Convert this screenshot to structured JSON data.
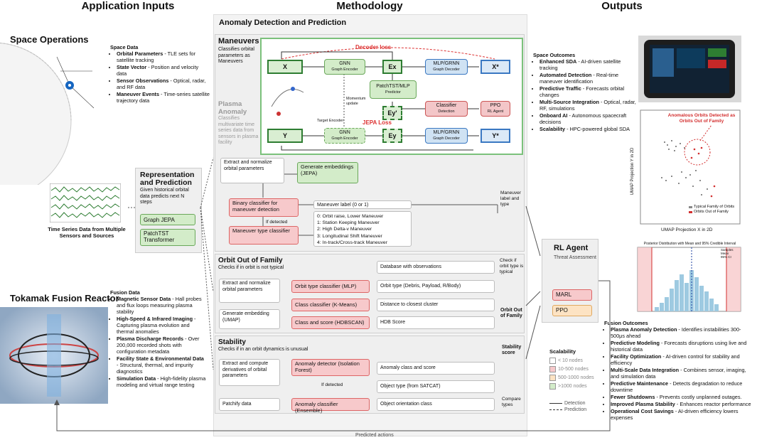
{
  "headers": {
    "inputs": "Application Inputs",
    "methodology": "Methodology",
    "outputs": "Outputs"
  },
  "space_ops": {
    "title": "Space Operations",
    "data_title": "Space Data",
    "items": [
      {
        "b": "Orbital Parameters",
        "t": " - TLE sets for satellite tracking"
      },
      {
        "b": "State Vector",
        "t": " - Position and velocity data"
      },
      {
        "b": "Sensor Observations",
        "t": " - Optical, radar, and RF data"
      },
      {
        "b": "Maneuver Events",
        "t": " - Time-series satellite trajectory data"
      }
    ]
  },
  "timeseries_caption": "Time Series Data from Multiple Sensors and Sources",
  "representation": {
    "title": "Representation and Prediction",
    "desc": "Given historical orbital data predicts next N steps",
    "btn1": "Graph JEPA",
    "btn2": "PatchTST Transformer"
  },
  "tokamak": {
    "title": "Tokamak Fusion Reactor",
    "data_title": "Fusion Data",
    "items": [
      {
        "b": "Magnetic Sensor Data",
        "t": " - Hall probes and flux loops measuring plasma stability"
      },
      {
        "b": "High-Speed & Infrared Imaging",
        "t": " - Capturing plasma evolution and thermal anomalies"
      },
      {
        "b": "Plasma Discharge Records",
        "t": " - Over 200,000 recorded shots with configuration metadata"
      },
      {
        "b": "Facility State & Environmental Data",
        "t": " - Structural, thermal, and impurity diagnostics"
      },
      {
        "b": "Simulation Data",
        "t": " - High-fidelity plasma modeling and virtual range testing"
      }
    ]
  },
  "anomaly": {
    "title": "Anomaly Detection and Prediction"
  },
  "maneuvers": {
    "title": "Maneuvers",
    "desc": "Classifies orbital parameters as Maneuvers"
  },
  "plasma": {
    "title": "Plasma Anomaly",
    "desc": "Classifies multivariate time series data from sensors in plasma facility"
  },
  "jepa": {
    "decoder_loss": "Decoder loss",
    "jepa_loss": "JEPA Loss",
    "x": "X",
    "y": "Y",
    "ex": "Ex",
    "ey_pred": "Ey'",
    "ey": "Ey",
    "xstar": "X*",
    "ystar": "Y*",
    "gnn1": "GNN",
    "gnn1s": "Graph Encoder",
    "gnn2": "GNN",
    "gnn2s": "Graph Encoder",
    "mlp1": "MLP/GRNN",
    "mlp1s": "Graph Decoder",
    "mlp2": "MLP/GRNN",
    "mlp2s": "Graph Decoder",
    "patch": "PatchTST/MLP",
    "patchs": "Predictor",
    "clf": "Classifier",
    "clfs": "Detection",
    "ppo": "PPO",
    "ppos": "RL Agent",
    "momentum": "Momentum update",
    "target_enc": "Target Encoder"
  },
  "flow": {
    "extract": "Extract and normalize orbital parameters",
    "gen_emb": "Generate embeddings (JEPA)",
    "binary": "Binary classifier for maneuver detection",
    "if_detected": "If detected",
    "maneuver_type": "Maneuver type classifier",
    "label_title": "Maneuver label (0 or 1)",
    "labels": [
      "0: Orbit raise, Lower Maneuver",
      "1: Station Keeping Maneuver",
      "2: High Delta-v Maneuver",
      "3: Longitudinal Shift Maneuver",
      "4: In-track/Cross-track Maneuver"
    ],
    "maneuver_label_type": "Maneuver label and type"
  },
  "oof": {
    "title": "Orbit Out of Family",
    "desc": "Checks if in orbit is not typical",
    "extract": "Extract and normalize orbital parameters",
    "gen_emb": "Generate embedding (UMAP)",
    "c1": "Orbit type classifier (MLP)",
    "c2": "Class classifier (K-Means)",
    "c3": "Class and score (HDBSCAN)",
    "r0": "Database with observations",
    "r1": "Orbit type (Debris, Payload, R/Body)",
    "r2": "Distance to closest cluster",
    "r3": "HDB Score",
    "check": "Check if orbit type is typical",
    "out": "Orbit Out of Family"
  },
  "stability": {
    "title": "Stability",
    "desc": "Checks if in an orbit dynamics is unusual",
    "extract": "Extract and compute derivatives of orbital parameters",
    "patchify": "Patchify data",
    "det": "Anomaly detector (Isolation Forest)",
    "if_detected": "If detected",
    "cls": "Anomaly classifier (Ensemble)",
    "r1": "Anomaly class and score",
    "r2": "Object type (from SATCAT)",
    "r3": "Object orientation class",
    "score": "Stability score",
    "compare": "Compare types"
  },
  "rl": {
    "title": "RL Agent",
    "sub": "Threat Assessment",
    "marl": "MARL",
    "ppo": "PPO"
  },
  "scalability": {
    "title": "Scalability",
    "items": [
      "< 10 nodes",
      "10-500 nodes",
      "500-1000 nodes",
      ">1000 nodes"
    ],
    "colors": [
      "#ffffff",
      "#f7c9cb",
      "#fde3c3",
      "#d3ecc9"
    ],
    "detection": "Detection",
    "prediction": "Prediction"
  },
  "space_outcomes": {
    "title": "Space Outcomes",
    "items": [
      {
        "b": "Enhanced SDA",
        "t": " - AI-driven satellite tracking"
      },
      {
        "b": "Automated Detection",
        "t": " - Real-time maneuver identification"
      },
      {
        "b": "Predictive Traffic",
        "t": " - Forecasts orbital changes"
      },
      {
        "b": "Multi-Source Integration",
        "t": " - Optical, radar, RF, simulations"
      },
      {
        "b": "Onboard AI",
        "t": " - Autonomous spacecraft decisions"
      },
      {
        "b": "Scalability",
        "t": " - HPC-powered global SDA"
      }
    ]
  },
  "umap": {
    "annotation": "Anomalous Orbits Detected as Orbits Out of Family",
    "xlabel": "UMAP Projection X in 2D",
    "ylabel": "UMAP Projection Y in 2D",
    "leg1": "Typical Family of Orbits",
    "leg2": "Orbits Out of Family"
  },
  "hist": {
    "title": "Posterior Distribution with Mean and 95% Credible Interval",
    "leg": [
      "Samples",
      "Mean",
      "95% CI"
    ]
  },
  "fusion_outcomes": {
    "title": "Fusion Outcomes",
    "items": [
      {
        "b": "Plasma Anomaly Detection",
        "t": " - Identifies instabilities 300-500μs ahead"
      },
      {
        "b": "Predictive Modeling",
        "t": " - Forecasts disruptions using live and historical data"
      },
      {
        "b": "Facility Optimization",
        "t": " - AI-driven control for stability and efficiency"
      },
      {
        "b": "Multi-Scale Data Integration",
        "t": " - Combines sensor, imaging, and simulation data"
      },
      {
        "b": "Predictive Maintenance",
        "t": " - Detects degradation to reduce downtime"
      },
      {
        "b": "Fewer Shutdowns",
        "t": " - Prevents costly unplanned outages."
      },
      {
        "b": "Improved Plasma Stability",
        "t": " - Enhances reactor performance"
      },
      {
        "b": "Operational Cost Savings",
        "t": " - AI-driven efficiency lowers expenses"
      }
    ]
  },
  "predicted_actions": "Predicted actions"
}
